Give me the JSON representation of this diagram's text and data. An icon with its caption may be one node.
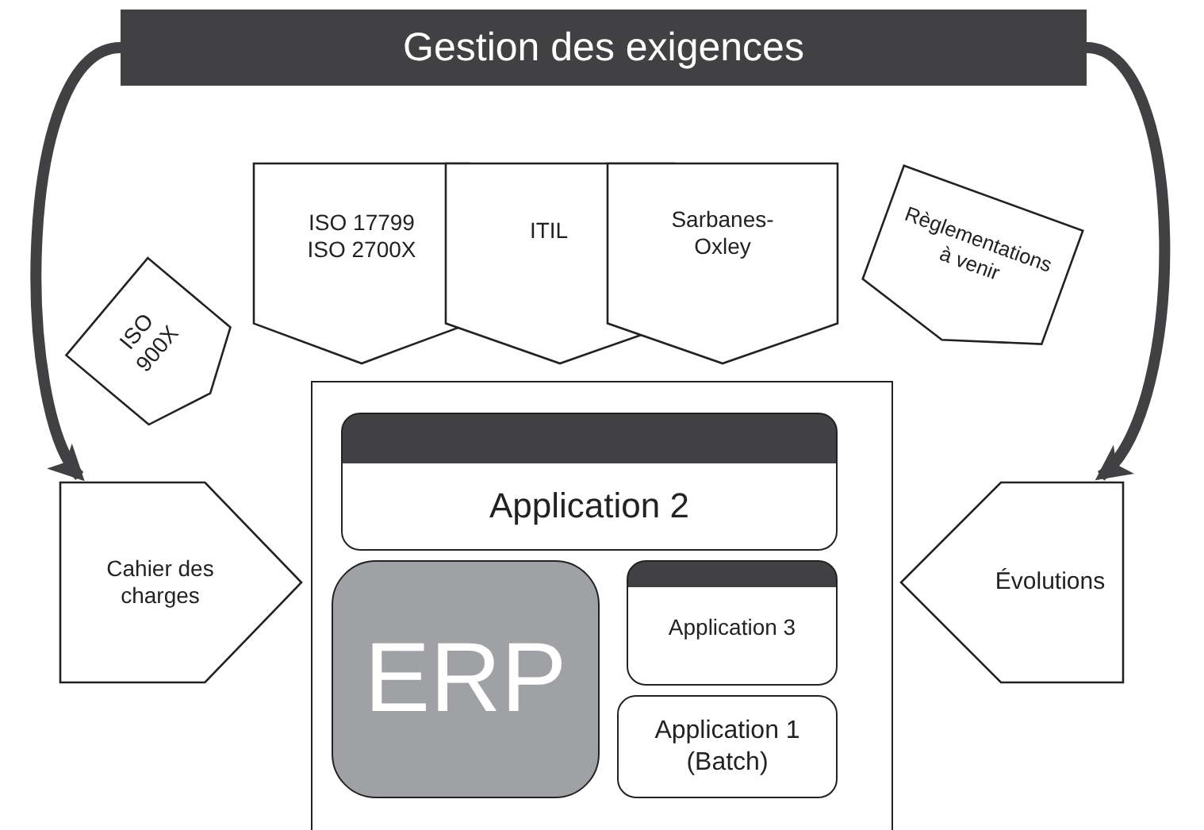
{
  "diagram": {
    "nodes": [
      {
        "text": [
          "Gestion des exigences"
        ]
      },
      {
        "text": [
          "ISO 900X"
        ]
      },
      {
        "text": [
          "ISO 17799",
          "ISO 2700X"
        ]
      },
      {
        "text": [
          "ITIL"
        ]
      },
      {
        "text": [
          "Sarbanes-Oxley"
        ]
      },
      {
        "text": [
          "Règlementations à venir"
        ]
      },
      {
        "text": [
          "Cahier des charges"
        ]
      },
      {
        "text": [],
        "shape": "box"
      },
      {
        "text": [
          "Application 2"
        ],
        "in": 7
      },
      {
        "text": [
          "ERP"
        ],
        "in": 7
      },
      {
        "text": [
          "Application 3"
        ],
        "in": 7
      },
      {
        "text": [
          "Application 1 (Batch)"
        ],
        "in": 7
      },
      {
        "text": [
          "Évolutions"
        ]
      }
    ],
    "edges": [
      {
        "from": 0,
        "to": 6,
        "arrow": "to"
      },
      {
        "from": 0,
        "to": 12,
        "arrow": "to"
      }
    ]
  }
}
